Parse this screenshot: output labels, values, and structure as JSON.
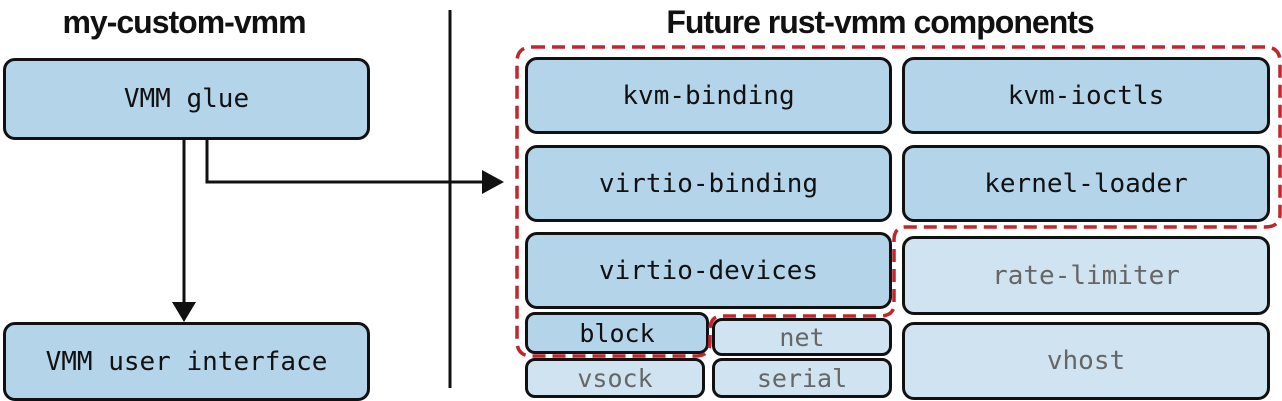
{
  "left_panel": {
    "heading": "my-custom-vmm",
    "glue_box": "VMM glue",
    "ui_box": "VMM user interface"
  },
  "right_panel": {
    "heading": "Future rust-vmm components",
    "components": {
      "kvm_binding": "kvm-binding",
      "kvm_ioctls": "kvm-ioctls",
      "virtio_binding": "virtio-binding",
      "kernel_loader": "kernel-loader",
      "virtio_devices": "virtio-devices",
      "rate_limiter": "rate-limiter",
      "block": "block",
      "net": "net",
      "vsock": "vsock",
      "serial": "serial",
      "vhost": "vhost"
    }
  },
  "colors": {
    "box_fill": "#b4d4ea",
    "box_fill_light": "#cfe3f1",
    "outline": "#111111",
    "group_dash": "#c0262d",
    "faded_text": "#666666"
  }
}
